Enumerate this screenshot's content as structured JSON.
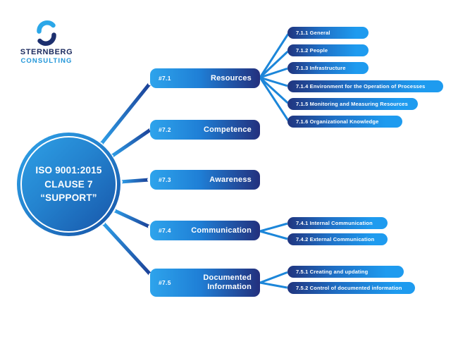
{
  "logo": {
    "brand": "STERNBERG",
    "brand_sub": "CONSULTING"
  },
  "center_node": {
    "line1": "ISO 9001:2015",
    "line2": "CLAUSE 7",
    "line3": "“SUPPORT”"
  },
  "branches": [
    {
      "code": "#7.1",
      "label": "Resources",
      "children": [
        "7.1.1 General",
        "7.1.2 People",
        "7.1.3 Infrastructure",
        "7.1.4 Environment for the Operation of Processes",
        "7.1.5 Monitoring and Measuring Resources",
        "7.1.6 Organizational Knowledge"
      ]
    },
    {
      "code": "#7.2",
      "label": "Competence",
      "children": []
    },
    {
      "code": "#7.3",
      "label": "Awareness",
      "children": []
    },
    {
      "code": "#7.4",
      "label": "Communication",
      "children": [
        "7.4.1 Internal Communication",
        "7.4.2 External Communication"
      ]
    },
    {
      "code": "#7.5",
      "label": "Documented Information",
      "children": [
        "7.5.1 Creating and updating",
        "7.5.2 Control of documented information"
      ]
    }
  ],
  "colors": {
    "bright_blue": "#2ea4ec",
    "deep_navy": "#23307d",
    "circle_light": "#2fa3e8",
    "circle_dark": "#1652a6",
    "connector_blue": "#1c86d9",
    "brand_navy": "#1b2a5e",
    "brand_blue": "#2196d9"
  }
}
